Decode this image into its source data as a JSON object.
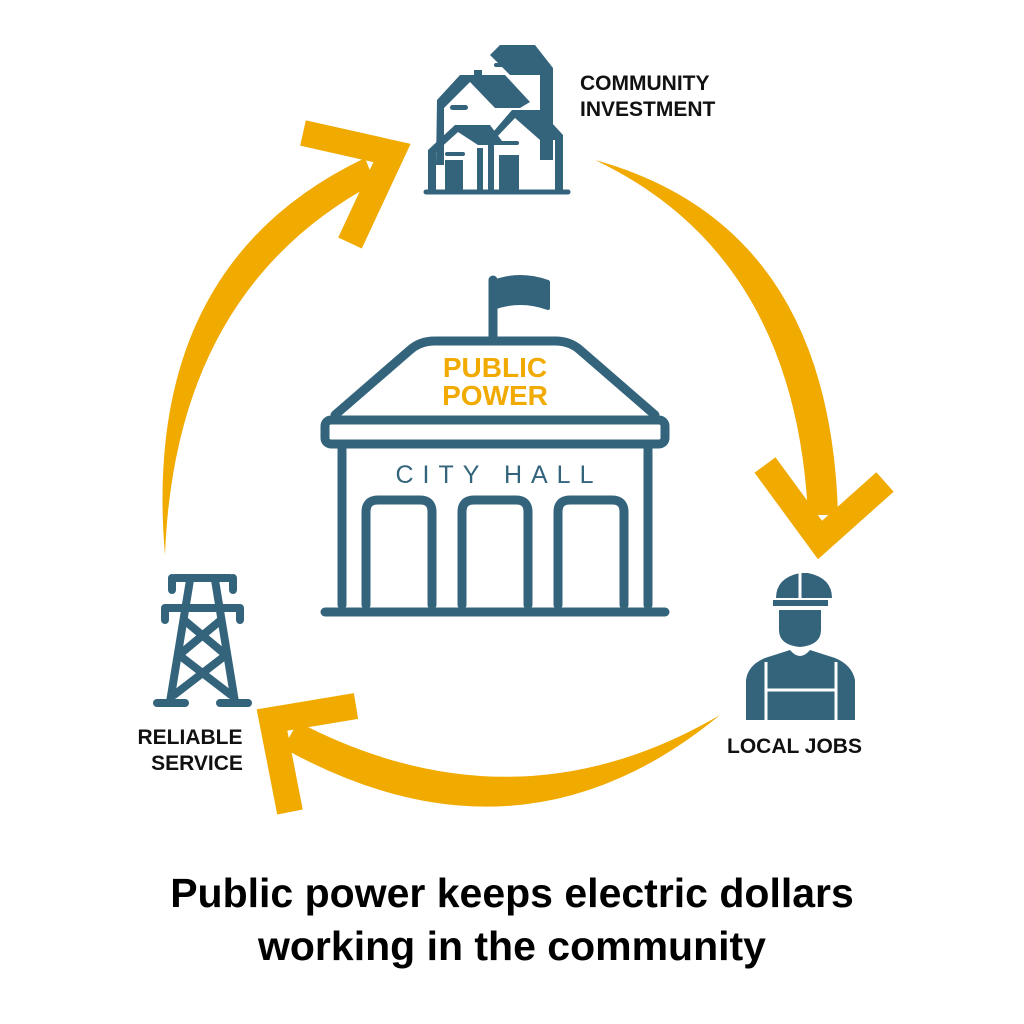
{
  "colors": {
    "primary": "#33647c",
    "accent": "#f0aa00"
  },
  "nodes": {
    "community": {
      "line1": "COMMUNITY",
      "line2": "INVESTMENT",
      "icon": "houses-icon"
    },
    "jobs": {
      "label": "LOCAL JOBS",
      "icon": "worker-icon"
    },
    "service": {
      "line1": "RELIABLE",
      "line2": "SERVICE",
      "icon": "power-tower-icon"
    }
  },
  "center": {
    "roof_line1": "PUBLIC",
    "roof_line2": "POWER",
    "building_label": "CITY HALL",
    "icon": "city-hall-icon"
  },
  "caption": {
    "line1": "Public power keeps electric dollars",
    "line2": "working in the community"
  }
}
